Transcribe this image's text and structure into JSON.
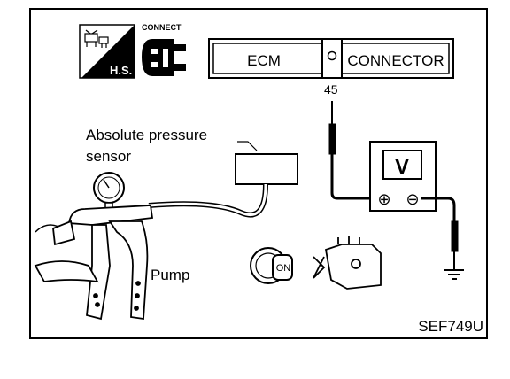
{
  "hs_badge": {
    "text": "H.S."
  },
  "connect_badge": {
    "text": "CONNECT"
  },
  "ecm_connector": {
    "left_text": "ECM",
    "right_text": "CONNECTOR"
  },
  "terminal": {
    "number": "45"
  },
  "labels": {
    "sensor_line1": "Absolute pressure",
    "sensor_line2": "sensor",
    "pump": "Pump"
  },
  "voltmeter": {
    "symbol": "V",
    "plus": "⊕",
    "minus": "⊖"
  },
  "ignition": {
    "key_text": "ON"
  },
  "figure_code": "SEF749U",
  "icons": [
    "hs-badge-icon",
    "connect-icon",
    "pressure-gauge-icon",
    "hand-pump-icon",
    "ignition-key-icon",
    "engine-icon",
    "ground-icon"
  ]
}
